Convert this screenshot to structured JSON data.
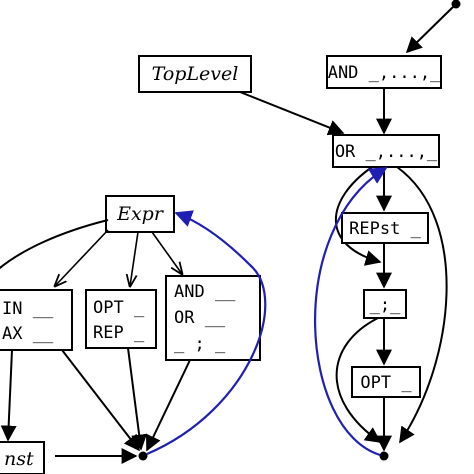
{
  "nodes": {
    "top_level": "TopLevel",
    "and_top": "AND _,...,_",
    "or_top": "OR _,...,_",
    "rep_st": "REPst _",
    "semi": "_;_",
    "opt": "OPT _",
    "expr": "Expr",
    "in_max_line1": "IN __",
    "in_max_line2": "AX __",
    "opt_rep_line1": "OPT _",
    "opt_rep_line2": "REP _",
    "and_or_line1": "AND __",
    "and_or_line2": "OR __",
    "and_or_line3": "_ ; _",
    "const": "nst"
  },
  "colors": {
    "edge": "#000000",
    "back_edge": "#1f1fb4"
  }
}
